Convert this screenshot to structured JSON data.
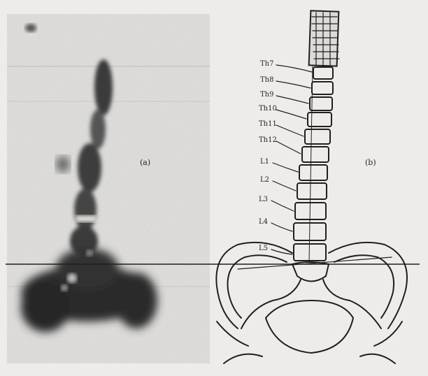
{
  "panels": {
    "a_label": "(a)",
    "b_label": "(b)"
  },
  "vertebrae": [
    {
      "label": "Th7"
    },
    {
      "label": "Th8"
    },
    {
      "label": "Th9"
    },
    {
      "label": "Th10"
    },
    {
      "label": "Th11"
    },
    {
      "label": "Th12"
    },
    {
      "label": "L1"
    },
    {
      "label": "L2"
    },
    {
      "label": "L3"
    },
    {
      "label": "L4"
    },
    {
      "label": "L5"
    }
  ],
  "colors": {
    "paper": "#edecea",
    "ink": "#1f1f1f",
    "xray_dark": "#2a2a2a"
  }
}
